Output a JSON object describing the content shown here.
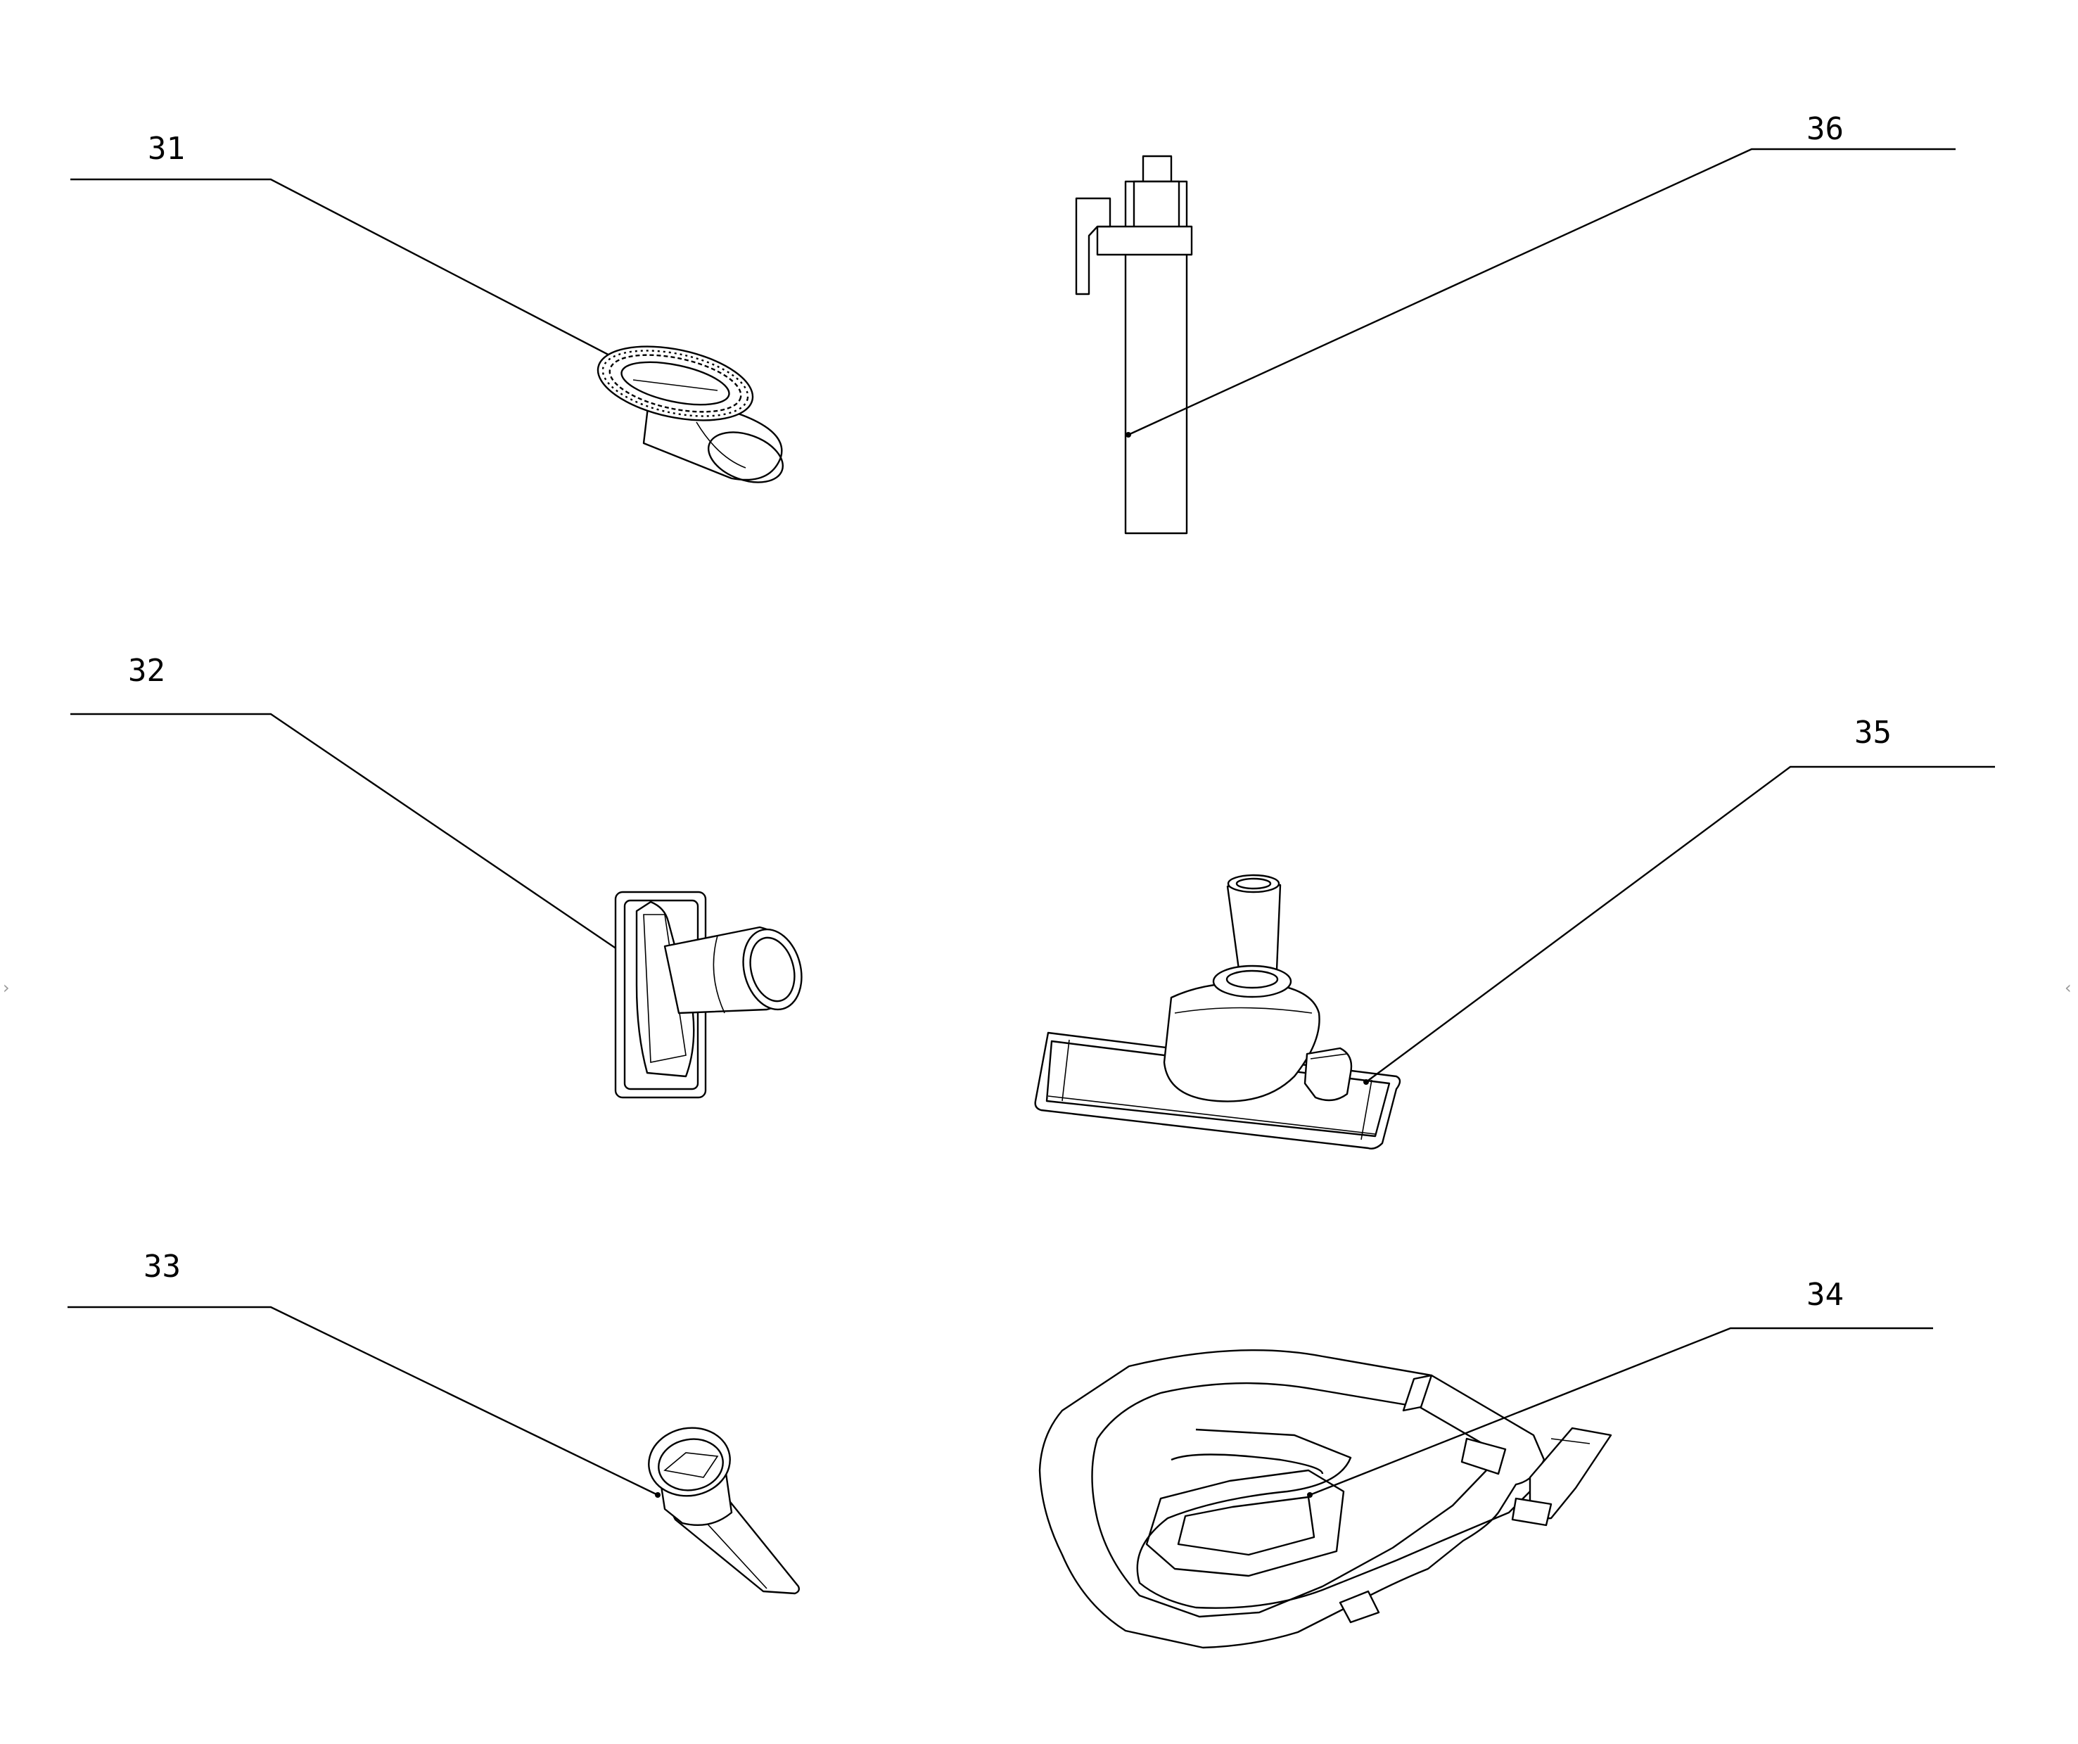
{
  "parts": [
    {
      "id": "part-31",
      "number": "31"
    },
    {
      "id": "part-32",
      "number": "32"
    },
    {
      "id": "part-33",
      "number": "33"
    },
    {
      "id": "part-34",
      "number": "34"
    },
    {
      "id": "part-35",
      "number": "35"
    },
    {
      "id": "part-36",
      "number": "36"
    }
  ],
  "colors": {
    "line": "#000000",
    "background": "#ffffff"
  }
}
